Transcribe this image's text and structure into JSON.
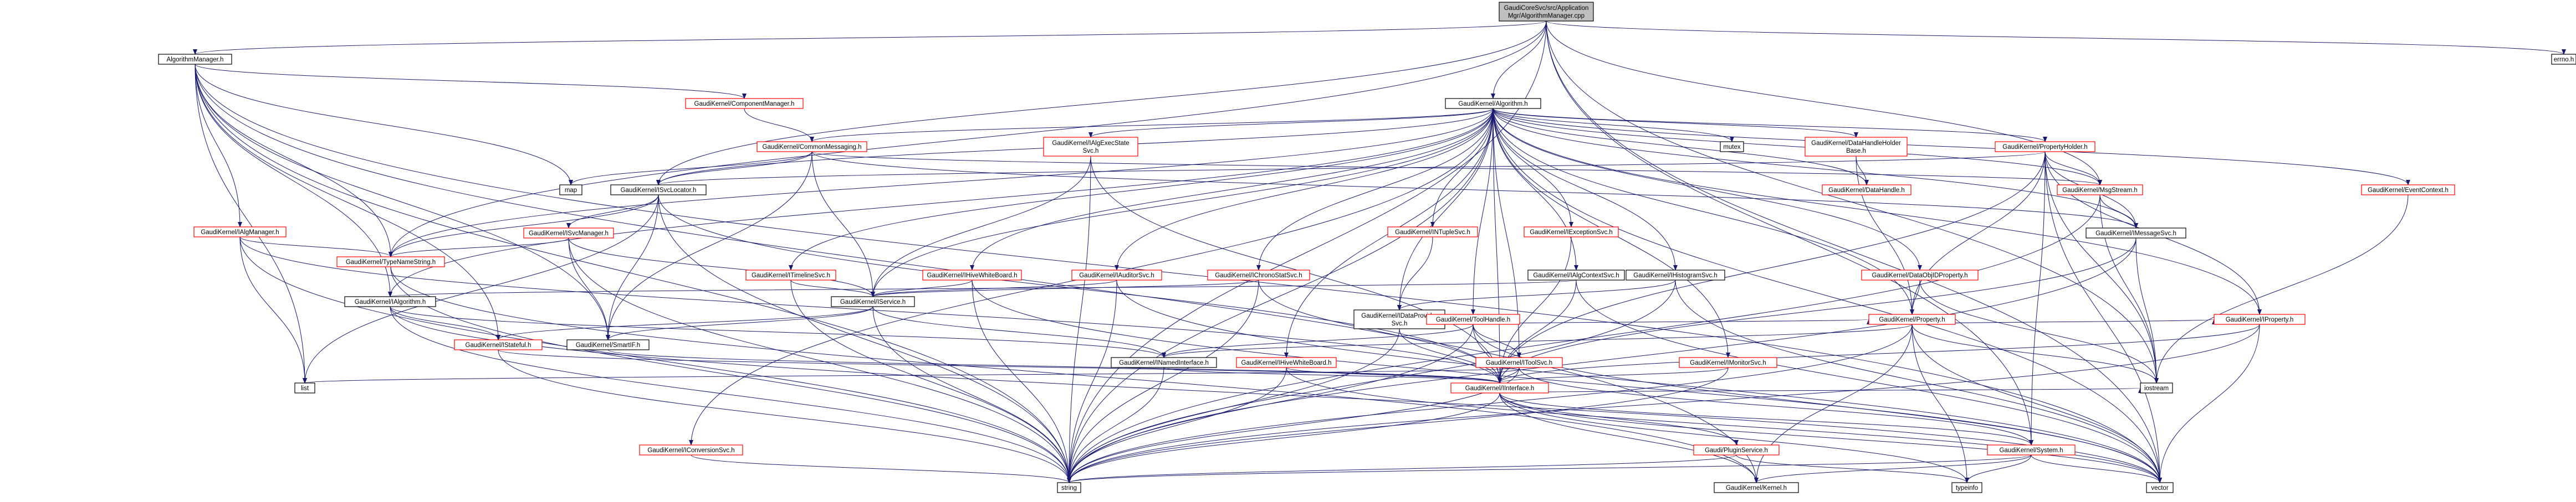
{
  "colors": {
    "edge": "#191970",
    "normal_border": "#000000",
    "normal_fill": "#ffffff",
    "incomplete_border": "#ff0000",
    "root_fill": "#bfbfbf",
    "text": "#000000"
  },
  "nodes": [
    {
      "id": "root",
      "kind": "root",
      "lines": [
        "GaudiCoreSvc/src/Application",
        "Mgr/AlgorithmManager.cpp"
      ]
    },
    {
      "id": "algmgr_h",
      "kind": "normal",
      "lines": [
        "AlgorithmManager.h"
      ]
    },
    {
      "id": "errno_h",
      "kind": "normal",
      "lines": [
        "errno.h"
      ]
    },
    {
      "id": "algorithm_h",
      "kind": "normal",
      "lines": [
        "GaudiKernel/Algorithm.h"
      ]
    },
    {
      "id": "compmgr_h",
      "kind": "incomplete",
      "lines": [
        "GaudiKernel/ComponentManager.h"
      ]
    },
    {
      "id": "commonmsg_h",
      "kind": "incomplete",
      "lines": [
        "GaudiKernel/CommonMessaging.h"
      ]
    },
    {
      "id": "ialgexec_h",
      "kind": "incomplete",
      "lines": [
        "GaudiKernel/IAlgExecState",
        "Svc.h"
      ]
    },
    {
      "id": "mutex",
      "kind": "normal",
      "lines": [
        "mutex"
      ]
    },
    {
      "id": "datahandleholder_h",
      "kind": "incomplete",
      "lines": [
        "GaudiKernel/DataHandleHolder",
        "Base.h"
      ]
    },
    {
      "id": "propertyholder_h",
      "kind": "incomplete",
      "lines": [
        "GaudiKernel/PropertyHolder.h"
      ]
    },
    {
      "id": "map",
      "kind": "normal",
      "lines": [
        "map"
      ]
    },
    {
      "id": "isvclocator_h",
      "kind": "normal",
      "lines": [
        "GaudiKernel/ISvcLocator.h"
      ]
    },
    {
      "id": "datahandle_h",
      "kind": "incomplete",
      "lines": [
        "GaudiKernel/DataHandle.h"
      ]
    },
    {
      "id": "msgstream_h",
      "kind": "incomplete",
      "lines": [
        "GaudiKernel/MsgStream.h"
      ]
    },
    {
      "id": "eventcontext_h",
      "kind": "incomplete",
      "lines": [
        "GaudiKernel/EventContext.h"
      ]
    },
    {
      "id": "intuplesvc_h",
      "kind": "incomplete",
      "lines": [
        "GaudiKernel/INTupleSvc.h"
      ]
    },
    {
      "id": "iexceptionsvc_h",
      "kind": "incomplete",
      "lines": [
        "GaudiKernel/IExceptionSvc.h"
      ]
    },
    {
      "id": "imessagesvc_h",
      "kind": "normal",
      "lines": [
        "GaudiKernel/IMessageSvc.h"
      ]
    },
    {
      "id": "ialgmanager_h",
      "kind": "incomplete",
      "lines": [
        "GaudiKernel/IAlgManager.h"
      ]
    },
    {
      "id": "isvcmanager_h",
      "kind": "incomplete",
      "lines": [
        "GaudiKernel/ISvcManager.h"
      ]
    },
    {
      "id": "typenamestring_h",
      "kind": "incomplete",
      "lines": [
        "GaudiKernel/TypeNameString.h"
      ]
    },
    {
      "id": "itimelinesvc_h",
      "kind": "incomplete",
      "lines": [
        "GaudiKernel/ITimelineSvc.h"
      ]
    },
    {
      "id": "ihistogramsvc_h",
      "kind": "normal",
      "lines": [
        "GaudiKernel/IHistogramSvc.h"
      ]
    },
    {
      "id": "ialgcontextsvc_h",
      "kind": "normal",
      "lines": [
        "GaudiKernel/IAlgContextSvc.h"
      ]
    },
    {
      "id": "dataobjidprop_h",
      "kind": "incomplete",
      "lines": [
        "GaudiKernel/DataObjIDProperty.h"
      ]
    },
    {
      "id": "ihiveviewsvc_h",
      "kind": "incomplete",
      "lines": [
        "GaudiKernel/IHiveWhiteBoard.h"
      ]
    },
    {
      "id": "iauditorsvc_h",
      "kind": "incomplete",
      "lines": [
        "GaudiKernel/IAuditorSvc.h"
      ]
    },
    {
      "id": "ichronostat_h",
      "kind": "incomplete",
      "lines": [
        "GaudiKernel/IChronoStatSvc.h"
      ]
    },
    {
      "id": "ialgorithm_h",
      "kind": "normal",
      "lines": [
        "GaudiKernel/IAlgorithm.h"
      ]
    },
    {
      "id": "iservice_h",
      "kind": "normal",
      "lines": [
        "GaudiKernel/IService.h"
      ]
    },
    {
      "id": "idataprovider_h",
      "kind": "normal",
      "lines": [
        "GaudiKernel/IDataProvider",
        "Svc.h"
      ]
    },
    {
      "id": "toolhandle_h",
      "kind": "incomplete",
      "lines": [
        "GaudiKernel/ToolHandle.h"
      ]
    },
    {
      "id": "property_h",
      "kind": "incomplete",
      "lines": [
        "GaudiKernel/Property.h"
      ]
    },
    {
      "id": "property2_h",
      "kind": "incomplete",
      "lines": [
        "GaudiKernel/IProperty.h"
      ]
    },
    {
      "id": "istateful_h",
      "kind": "incomplete",
      "lines": [
        "GaudiKernel/IStateful.h"
      ]
    },
    {
      "id": "smartif_h",
      "kind": "normal",
      "lines": [
        "GaudiKernel/SmartIF.h"
      ]
    },
    {
      "id": "inamedinterface_h",
      "kind": "normal",
      "lines": [
        "GaudiKernel/INamedInterface.h"
      ]
    },
    {
      "id": "ihivewhiteboard_h",
      "kind": "incomplete",
      "lines": [
        "GaudiKernel/IHiveWhiteBoard.h"
      ]
    },
    {
      "id": "itoolsvc_h",
      "kind": "incomplete",
      "lines": [
        "GaudiKernel/IToolSvc.h"
      ]
    },
    {
      "id": "imonitorsvc_h",
      "kind": "incomplete",
      "lines": [
        "GaudiKernel/IMonitorSvc.h"
      ]
    },
    {
      "id": "list",
      "kind": "normal",
      "lines": [
        "list"
      ]
    },
    {
      "id": "iinterface_h",
      "kind": "incomplete",
      "lines": [
        "GaudiKernel/IInterface.h"
      ]
    },
    {
      "id": "iconversionsvc_h",
      "kind": "incomplete",
      "lines": [
        "GaudiKernel/IConversionSvc.h"
      ]
    },
    {
      "id": "pluginservice_h",
      "kind": "incomplete",
      "lines": [
        "Gaudi/PluginService.h"
      ]
    },
    {
      "id": "system_h",
      "kind": "incomplete",
      "lines": [
        "GaudiKernel/System.h"
      ]
    },
    {
      "id": "iostream",
      "kind": "normal",
      "lines": [
        "iostream"
      ]
    },
    {
      "id": "string",
      "kind": "normal",
      "lines": [
        "string"
      ]
    },
    {
      "id": "kernel_h",
      "kind": "normal",
      "lines": [
        "GaudiKernel/Kernel.h"
      ]
    },
    {
      "id": "typeinfo",
      "kind": "normal",
      "lines": [
        "typeinfo"
      ]
    },
    {
      "id": "vector",
      "kind": "normal",
      "lines": [
        "vector"
      ]
    }
  ]
}
